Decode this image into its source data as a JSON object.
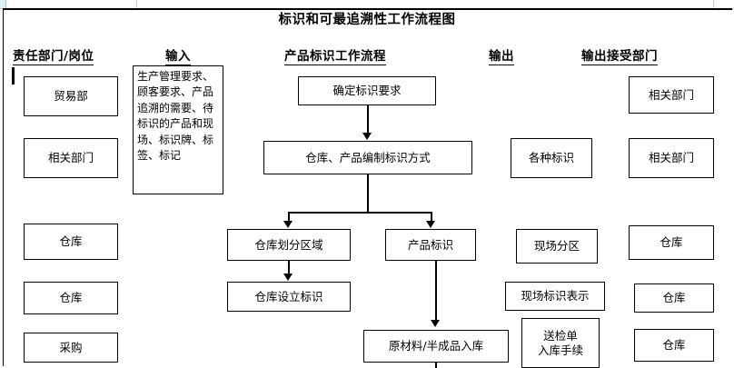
{
  "document": {
    "title": "标识和可最追溯性工作流程图"
  },
  "headers": [
    {
      "name": "responsible-department",
      "label": "责任部门/岗位"
    },
    {
      "name": "input",
      "label": "输入"
    },
    {
      "name": "process",
      "label": "产品标识工作流程"
    },
    {
      "name": "output",
      "label": "输出"
    },
    {
      "name": "output-receiver",
      "label": "输出接受部门"
    }
  ],
  "responsible_column": [
    {
      "label": "贸易部"
    },
    {
      "label": "相关部门"
    },
    {
      "label": "仓库"
    },
    {
      "label": "仓库"
    },
    {
      "label": "采购"
    }
  ],
  "input_column": [
    {
      "label": "生产管理要求、顾客要求、产品追溯的需要、待标识的产品和现场、标识牌、标签、标记"
    }
  ],
  "process_column": [
    {
      "label": "确定标识要求"
    },
    {
      "label": "仓库、产品编制标识方式"
    },
    {
      "label": "仓库划分区域"
    },
    {
      "label": "产品标识"
    },
    {
      "label": "仓库设立标识"
    },
    {
      "label": "原材料/半成品入库"
    }
  ],
  "output_column": [
    {
      "label": "各种标识"
    },
    {
      "label": "现场分区"
    },
    {
      "label": "现场标识表示"
    },
    {
      "label_line1": "送检单",
      "label_line2": "入库手续"
    }
  ],
  "receiver_column": [
    {
      "label": "相关部门"
    },
    {
      "label": "相关部门"
    },
    {
      "label": "仓库"
    },
    {
      "label": "仓库"
    },
    {
      "label": "仓库"
    }
  ],
  "colors": {
    "line": "#000000",
    "page_background": "#ffffff",
    "ruler": "#b9c4cc"
  }
}
